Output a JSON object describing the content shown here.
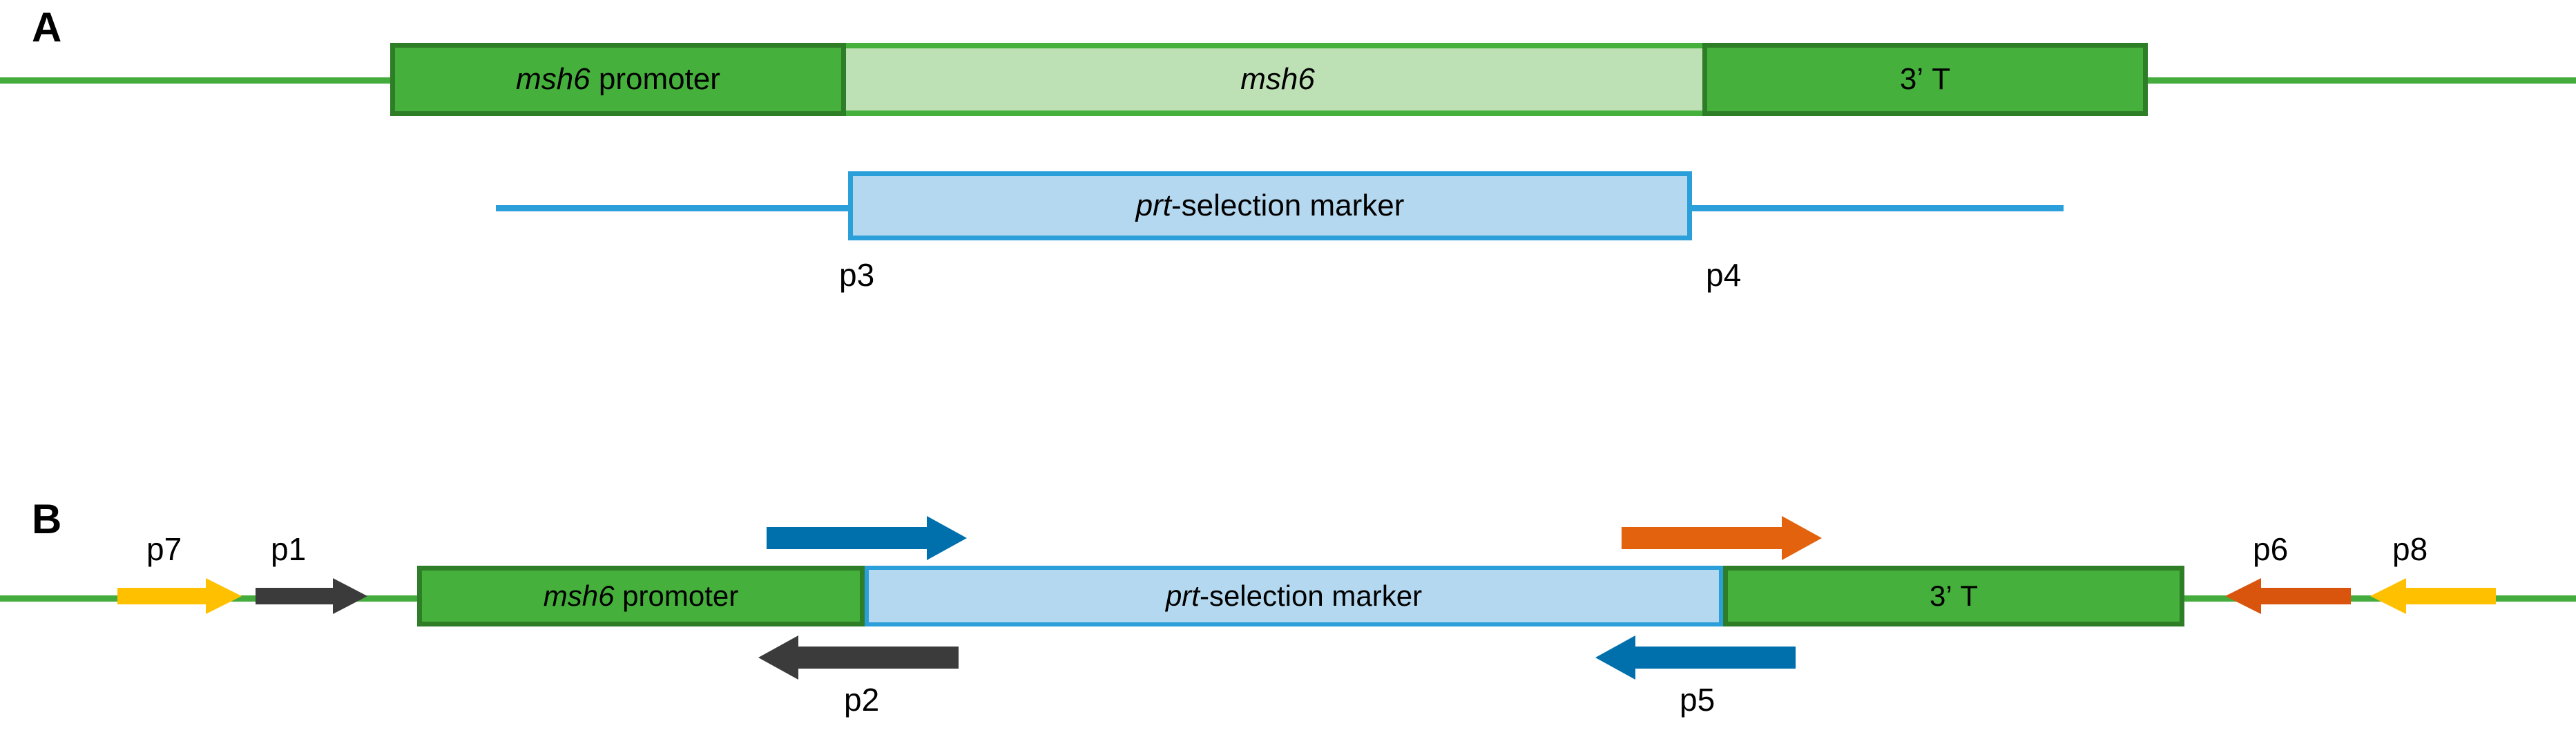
{
  "figure": {
    "type": "gene-construct-diagram",
    "panels": [
      {
        "id": "A",
        "letter": "A",
        "rows": [
          {
            "id": "locus",
            "description": "native msh6 genomic locus with flanking green backbone line",
            "line_color": "#43ac3c",
            "segments": [
              {
                "name": "msh6-promoter-box",
                "label_html": "<em>msh6</em> promoter",
                "label_text": "msh6 promoter",
                "style": "dark-green"
              },
              {
                "name": "msh6-gene-box",
                "label_html": "<em>msh6</em>",
                "label_text": "msh6",
                "style": "light-green"
              },
              {
                "name": "three-prime-t-box",
                "label_html": "3’ T",
                "label_text": "3’ T",
                "style": "dark-green"
              }
            ]
          },
          {
            "id": "knockout-construct",
            "description": "prt-selection marker replacement cassette with blue homology-arm line",
            "line_color": "#2b9fd9",
            "segments": [
              {
                "name": "prt-selection-marker-box",
                "label_html": "<em>prt</em>-selection marker",
                "label_text": "prt-selection marker",
                "style": "blue"
              }
            ],
            "primer_labels": [
              {
                "name": "primer-label-p3",
                "text": "p3"
              },
              {
                "name": "primer-label-p4",
                "text": "p4"
              }
            ]
          }
        ]
      },
      {
        "id": "B",
        "letter": "B",
        "rows": [
          {
            "id": "integrated-locus",
            "description": "integrated knockout allele with primer binding arrows",
            "line_color": "#43ac3c",
            "segments": [
              {
                "name": "msh6-promoter-box",
                "label_html": "<em>msh6</em> promoter",
                "label_text": "msh6 promoter",
                "style": "dark-green"
              },
              {
                "name": "prt-selection-marker-box",
                "label_html": "<em>prt</em>-selection marker",
                "label_text": "prt-selection marker",
                "style": "blue-thin"
              },
              {
                "name": "three-prime-t-box",
                "label_html": "3’ T",
                "label_text": "3’ T",
                "style": "dark-green"
              }
            ]
          }
        ],
        "primers": [
          {
            "name": "primer-arrow-p7",
            "label": "p7",
            "color": "#ffc000",
            "direction": "right",
            "position": "left-flank",
            "has_label": true
          },
          {
            "name": "primer-arrow-p1",
            "label": "p1",
            "color": "#3b3b3b",
            "direction": "right",
            "position": "left-flank",
            "has_label": true
          },
          {
            "name": "primer-arrow-forward-p3",
            "label": "",
            "color": "#0070ad",
            "direction": "right",
            "position": "above-marker-left",
            "has_label": false
          },
          {
            "name": "primer-arrow-p2",
            "label": "p2",
            "color": "#3b3b3b",
            "direction": "left",
            "position": "below-marker-left",
            "has_label": true
          },
          {
            "name": "primer-arrow-forward-p4",
            "label": "",
            "color": "#e2620d",
            "direction": "right",
            "position": "above-marker-right",
            "has_label": false
          },
          {
            "name": "primer-arrow-p5",
            "label": "p5",
            "color": "#0070ad",
            "direction": "left",
            "position": "below-marker-right",
            "has_label": true
          },
          {
            "name": "primer-arrow-p6",
            "label": "p6",
            "color": "#d9540d",
            "direction": "left",
            "position": "right-flank",
            "has_label": true
          },
          {
            "name": "primer-arrow-p8",
            "label": "p8",
            "color": "#ffc000",
            "direction": "left",
            "position": "right-flank",
            "has_label": true
          }
        ]
      }
    ]
  },
  "colors": {
    "dark_green_fill": "#45b03b",
    "dark_green_border": "#2e7d27",
    "light_green_fill": "#bde0b5",
    "green_line": "#43ac3c",
    "blue_fill": "#b4d8ef",
    "blue_border": "#2b9fd9",
    "arrow_yellow": "#ffc000",
    "arrow_dark": "#3b3b3b",
    "arrow_blue": "#0070ad",
    "arrow_orange": "#e2620d",
    "arrow_orange_dark": "#d9540d",
    "text": "#000000",
    "background": "#ffffff"
  }
}
